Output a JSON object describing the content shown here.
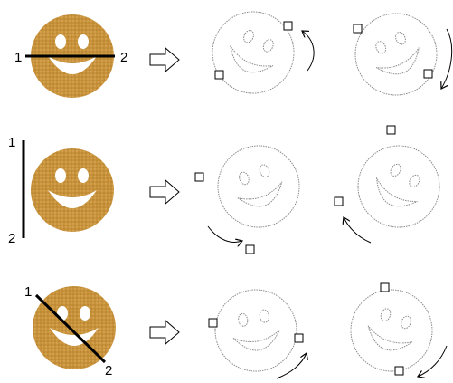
{
  "rows": [
    {
      "start_label": "1",
      "end_label": "2"
    },
    {
      "start_label": "1",
      "end_label": "2"
    },
    {
      "start_label": "1",
      "end_label": "2"
    }
  ],
  "colors": {
    "fill": "#c8923a",
    "fill_light": "#dcae5e",
    "outline": "#8a8a8a",
    "line": "#000000"
  },
  "icons": [
    "smiley-fill-icon",
    "right-arrow-icon",
    "smiley-outline-icon",
    "rotate-arrow-icon",
    "square-marker-icon"
  ]
}
